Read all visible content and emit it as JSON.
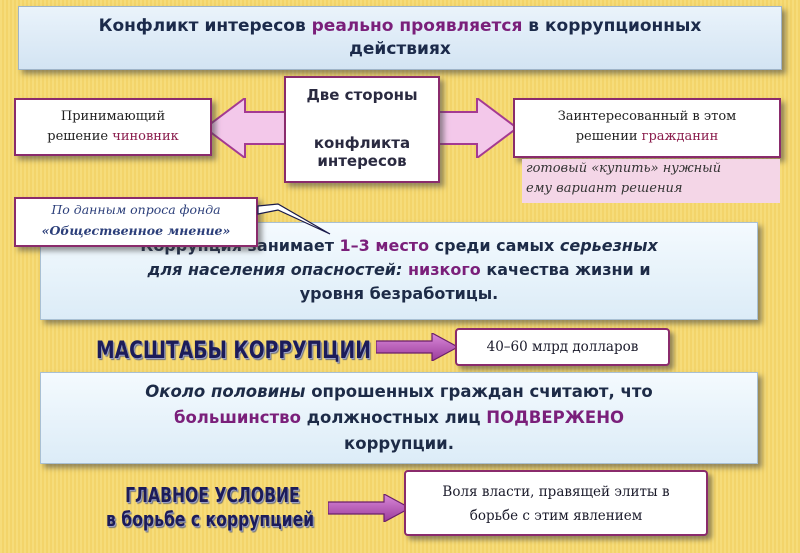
{
  "title": {
    "part1": "Конфликт интересов",
    "highlight": "реально проявляется",
    "part2": "в коррупционных",
    "line2": "действиях"
  },
  "left_party": {
    "line1": "Принимающий",
    "line2_a": "решение",
    "line2_b": "чиновник"
  },
  "center": {
    "line1": "Две стороны",
    "line2": "конфликта",
    "line3": "интересов"
  },
  "right_party": {
    "line1": "Заинтересованный в этом",
    "line2_a": "решении",
    "line2_b": "гражданин"
  },
  "right_note": {
    "line1_a": "готовый «купить»",
    "line1_b": "нужный",
    "line2": "ему вариант решения"
  },
  "survey_source": {
    "line1": "По данным опроса фонда",
    "line2": "«Общественное мнение»"
  },
  "corruption_rank": {
    "l1_a": "Коррупция занимает",
    "l1_b": "1–3 место",
    "l1_c": "среди самых",
    "l1_d": "серьезных",
    "l2_a": "для населения опасностей:",
    "l2_b": "низкого",
    "l2_c": "качества жизни и",
    "l3": "уровня безработицы."
  },
  "scale": {
    "label": "МАСШТАБЫ КОРРУПЦИИ",
    "value": "40–60 млрд долларов"
  },
  "half_citizens": {
    "l1_a": "Около половины",
    "l1_b": "опрошенных граждан считают, что",
    "l2_a": "большинство",
    "l2_b": "должностных лиц",
    "l2_c": "ПОДВЕРЖЕНО",
    "l3": "коррупции."
  },
  "main_condition": {
    "label_line1": "ГЛАВНОЕ УСЛОВИЕ",
    "label_line2": "в борьбе с коррупцией",
    "text_line1": "Воля власти, правящей элиты в",
    "text_line2": "борьбе с этим явлением"
  },
  "colors": {
    "accent_purple": "#7a1f7a",
    "accent_magenta": "#8a1c4c",
    "arrow_pink": "#f3c8ea",
    "arrow_violet": "#b855b8"
  }
}
